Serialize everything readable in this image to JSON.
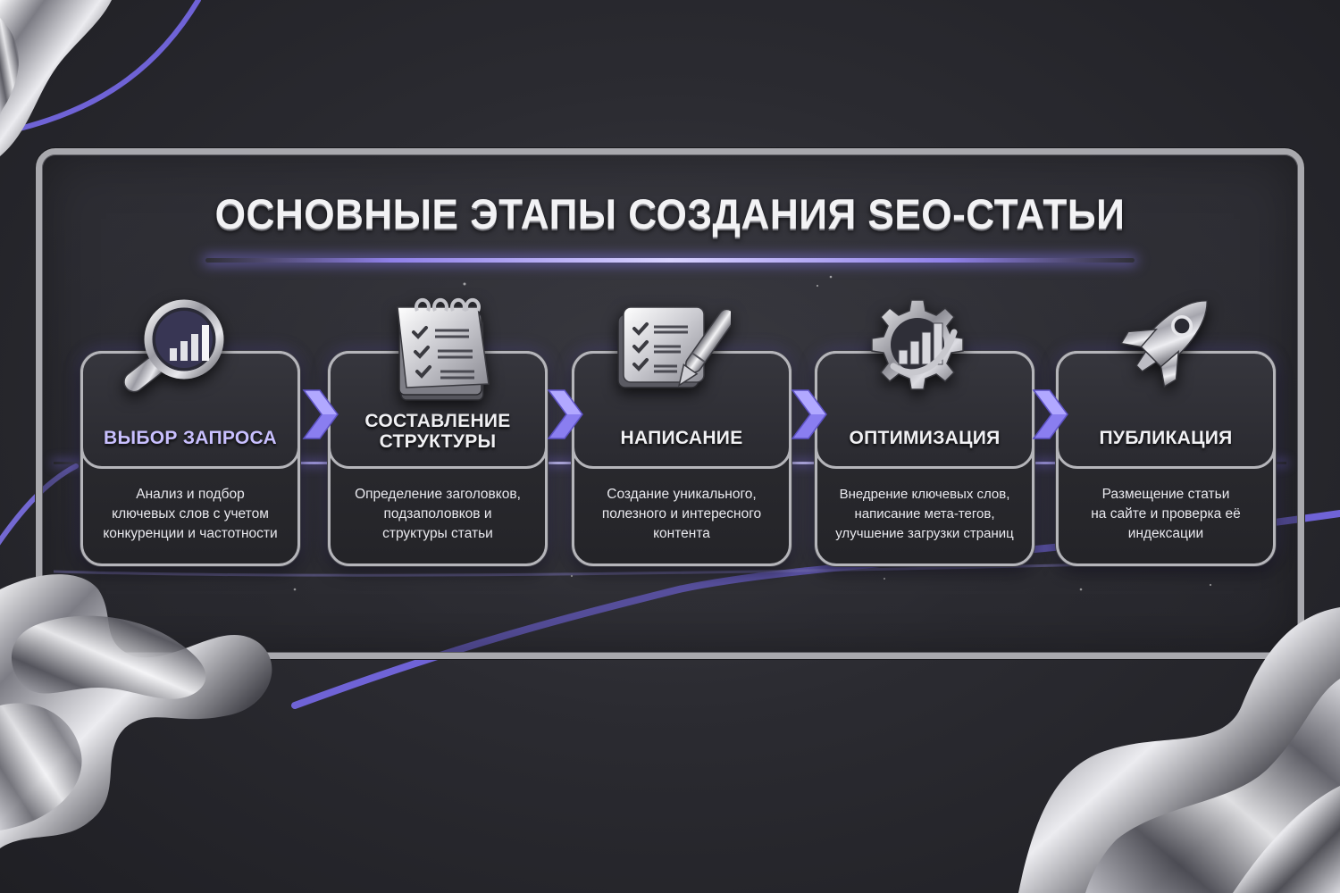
{
  "title": "ОСНОВНЫЕ ЭТАПЫ СОЗДАНИЯ SEO-СТАТЬИ",
  "colors": {
    "background": "#2b2b31",
    "frame_silver": "#a9a9ae",
    "accent_purple": "#7b6ee0",
    "accent_text": "#c9c0ff",
    "text_primary": "#f1f1f4"
  },
  "steps": [
    {
      "title": "ВЫБОР ЗАПРОСА",
      "description": "Анализ и подбор\nключевых слов с учетом\nконкуренции и частотности",
      "icon": "magnifier-chart-icon",
      "highlighted": true
    },
    {
      "title": "СОСТАВЛЕНИЕ\nСТРУКТУРЫ",
      "description": "Определение заголовков,\nподзаполовков и\nструктуры статьи",
      "icon": "notepad-checklist-icon",
      "highlighted": false
    },
    {
      "title": "НАПИСАНИЕ",
      "description": "Создание уникального,\nполезного и интересного\nконтента",
      "icon": "clipboard-pen-icon",
      "highlighted": false
    },
    {
      "title": "ОПТИМИЗАЦИЯ",
      "description": "Внедрение ключевых слов,\nнаписание мета-тегов,\nулучшение загрузки страниц",
      "icon": "gear-chart-icon",
      "highlighted": false
    },
    {
      "title": "ПУБЛИКАЦИЯ",
      "description": "Размещение статьи\nна сайте и проверка её\nиндексации",
      "icon": "rocket-icon",
      "highlighted": false
    }
  ],
  "connectors": [
    "chevron-right",
    "chevron-right",
    "chevron-right",
    "chevron-right"
  ]
}
